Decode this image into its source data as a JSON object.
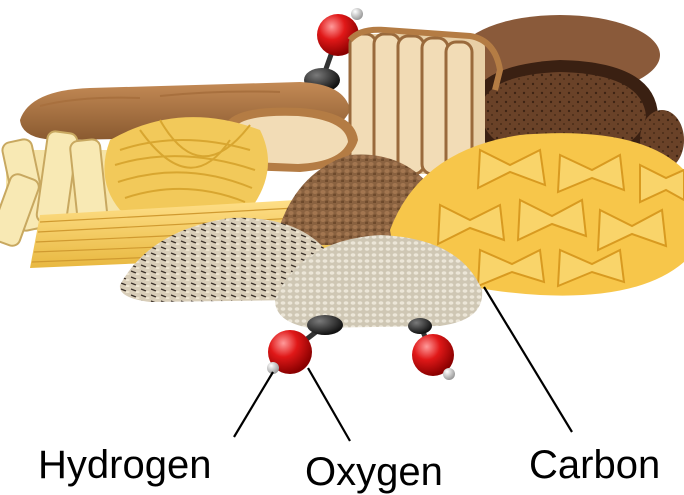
{
  "labels": {
    "hydrogen": "Hydrogen",
    "oxygen": "Oxygen",
    "carbon": "Carbon"
  },
  "colors": {
    "background": "#ffffff",
    "oxygen_atom": "#e01818",
    "hydrogen_atom": "#c8c8c8",
    "carbon_atom": "#2b2b2b",
    "leader_line": "#000000"
  },
  "depicted_items": [
    "bread-loaf-icon",
    "sliced-bread-icon",
    "rye-bread-icon",
    "penne-pasta-icon",
    "egg-noodles-icon",
    "spaghetti-icon",
    "farfalle-pasta-icon",
    "buckwheat-pile-icon",
    "wild-rice-pile-icon",
    "barley-pile-icon",
    "molecule-icon"
  ]
}
